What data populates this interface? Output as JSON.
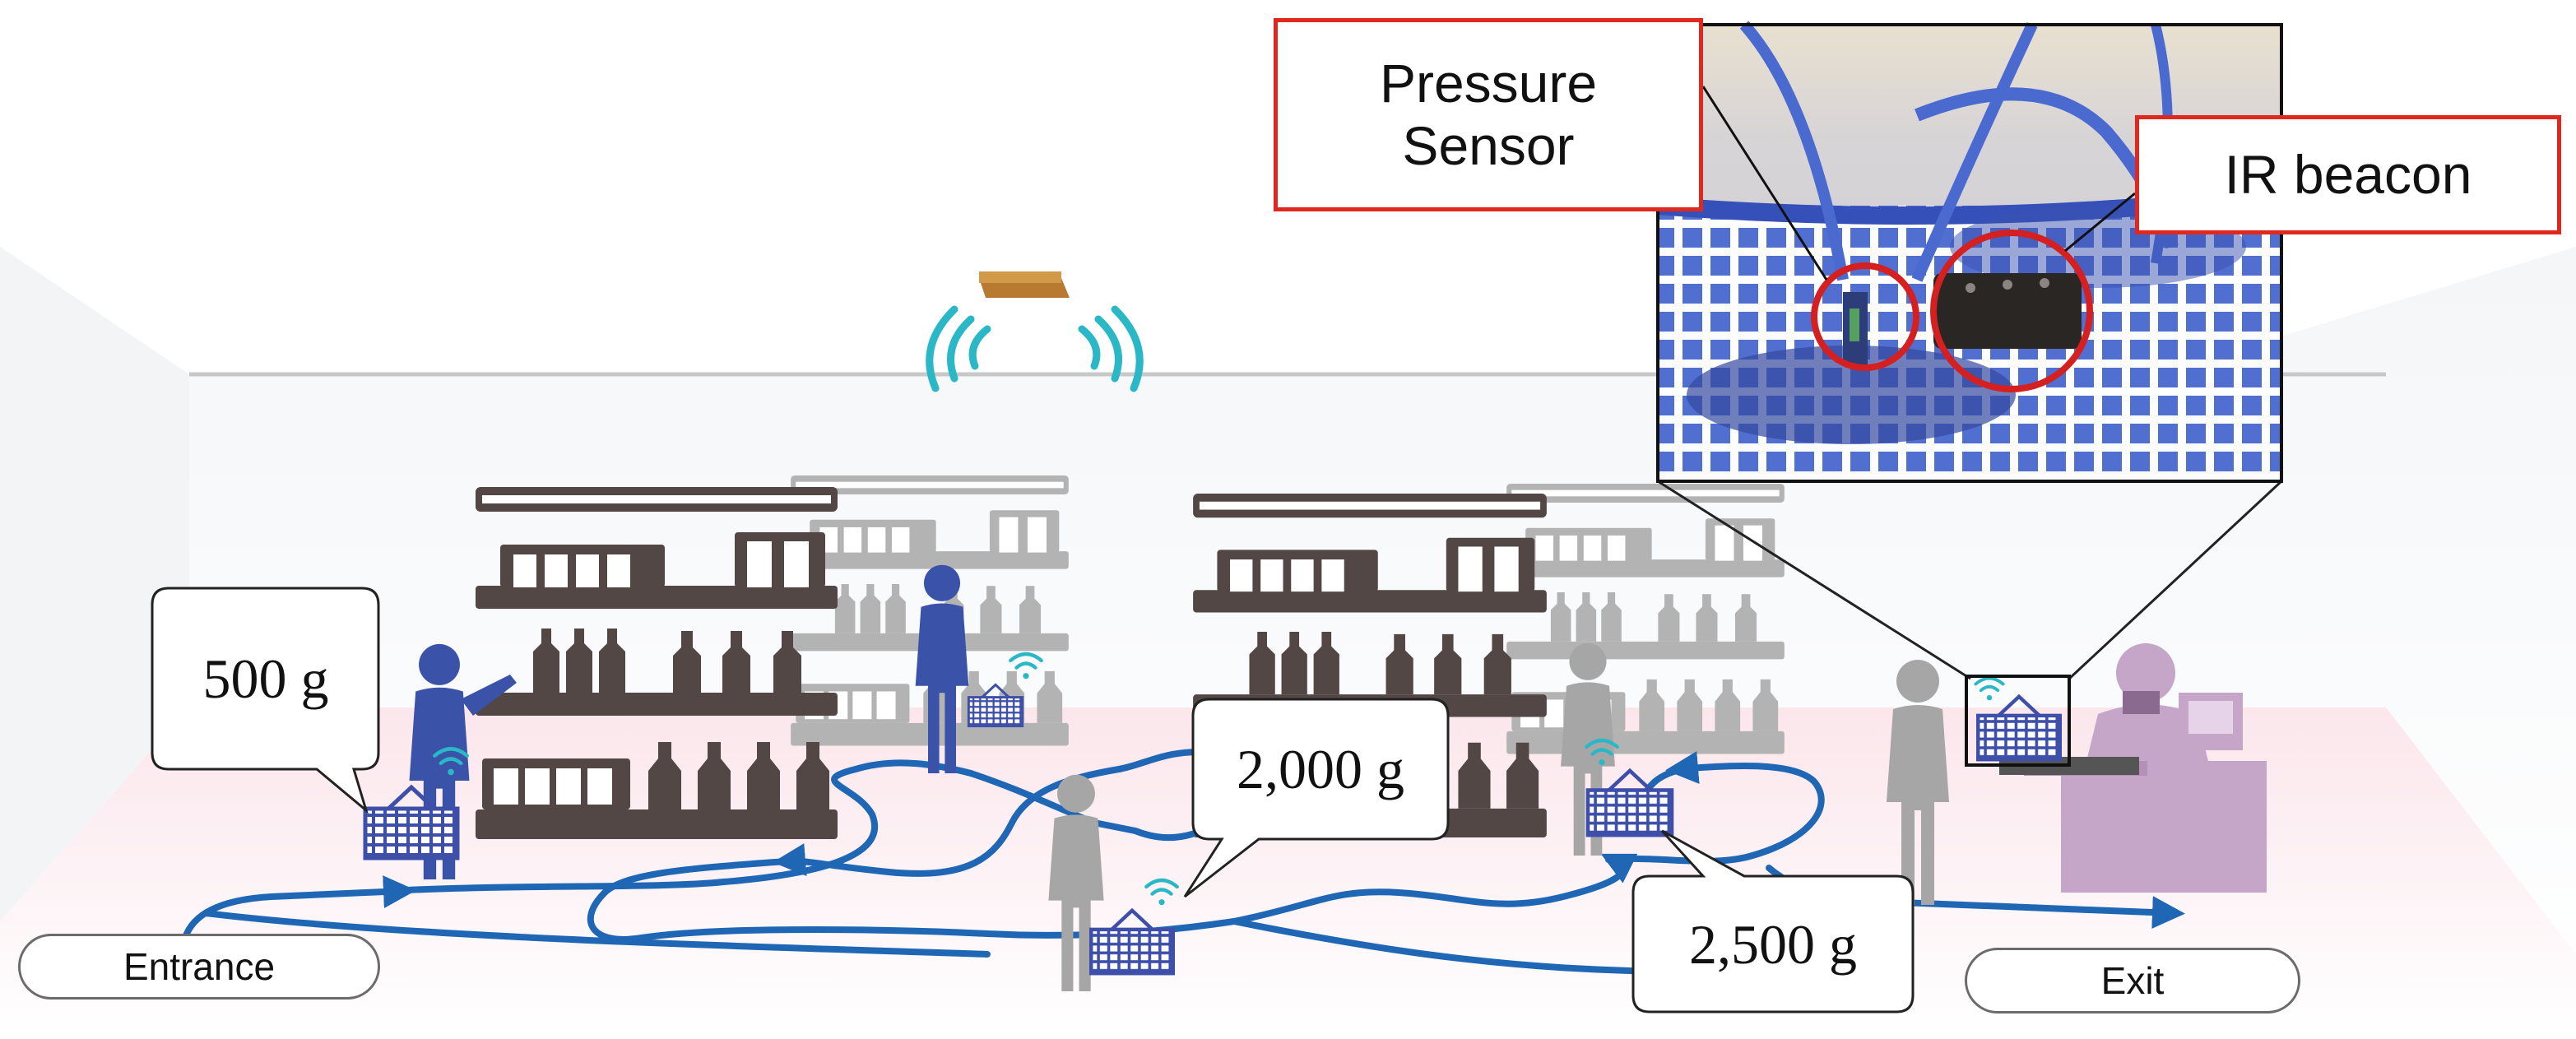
{
  "labels": {
    "entrance": "Entrance",
    "exit": "Exit",
    "pressure_sensor": "Pressure\nSensor",
    "ir_beacon": "IR beacon"
  },
  "weights": {
    "w1": "500 g",
    "w2": "2,000 g",
    "w3": "2,500 g"
  },
  "colors": {
    "shopper_blue": "#3a52a8",
    "shopper_gray": "#a6a6a6",
    "path_blue": "#1f67b4",
    "shelf_dark": "#524744",
    "shelf_light": "#b3b3b3",
    "signal_teal": "#2ab7c6",
    "callout_red": "#e0281e",
    "cashier_purple": "#c5a5c8"
  }
}
